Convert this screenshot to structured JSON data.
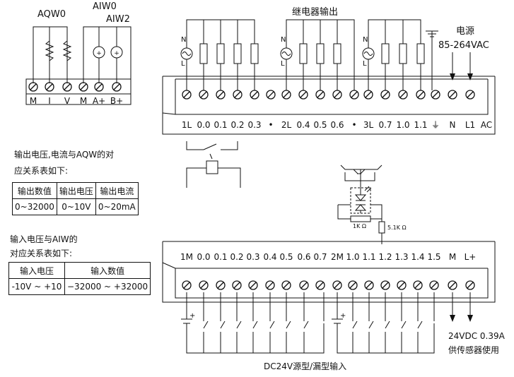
{
  "aout": {
    "aqw": "AQW0",
    "aiw0": "AIW0",
    "aiw2": "AIW2",
    "terminals": [
      "M",
      "I",
      "V",
      "M",
      "A+",
      "B+"
    ]
  },
  "relay": {
    "title": "继电器输出",
    "power_title": "电源",
    "power_range": "85-264VAC",
    "n_mark": "N",
    "l_mark": "L",
    "terminals": [
      "1L",
      "0.0",
      "0.1",
      "0.2",
      "0.3",
      "•",
      "2L",
      "0.4",
      "0.5",
      "0.6",
      "•",
      "3L",
      "0.7",
      "1.0",
      "1.1",
      "⏚",
      "N",
      "L1",
      "AC"
    ]
  },
  "output_table": {
    "caption_line1": "输出电压,电流与AQW的对",
    "caption_line2": "应关系表如下:",
    "headers": [
      "输出数值",
      "输出电压",
      "输出电流"
    ],
    "row": [
      "0~32000",
      "0~10V",
      "0~20mA"
    ]
  },
  "input_table": {
    "caption_line1": "输入电压与AIW的",
    "caption_line2": "对应关系表如下:",
    "headers": [
      "输入电压",
      "输入数值"
    ],
    "row": [
      "-10V ~ +10",
      "−32000 ~ +32000"
    ]
  },
  "inputs": {
    "r1": "1K Ω",
    "r2": "5.1K Ω",
    "terminals": [
      "1M",
      "0.0",
      "0.1",
      "0.2",
      "0.3",
      "0.4",
      "0.5",
      "0.6",
      "0.7",
      "2M",
      "1.0",
      "1.1",
      "1.2",
      "1.3",
      "1.4",
      "1.5",
      "M",
      "L+"
    ],
    "plus": "+",
    "sensor_power": "24VDC  0.39A",
    "sensor_use": "供传感器使用",
    "footer": "DC24V源型/漏型输入"
  },
  "colors": {
    "line": "#111111",
    "panel": "#ffffff"
  }
}
